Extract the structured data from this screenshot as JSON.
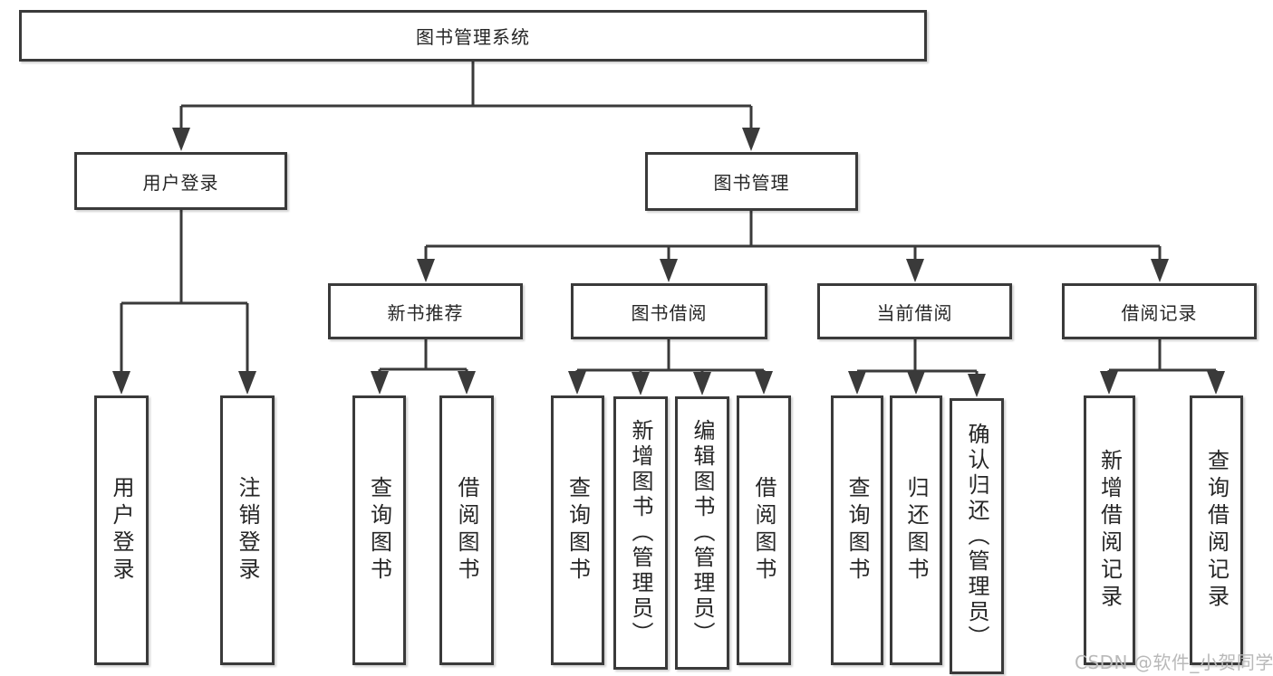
{
  "colors": {
    "line": "#3a3a3a",
    "box_border": "#3a3a3a",
    "text": "#262626",
    "background": "#ffffff",
    "watermark": "#b9b9b9"
  },
  "watermark": {
    "text": "CSDN @软件_小贺同学"
  },
  "tree": {
    "label": "图书管理系统",
    "children": [
      {
        "label": "用户登录",
        "children": [
          {
            "label": "用户登录"
          },
          {
            "label": "注销登录"
          }
        ]
      },
      {
        "label": "图书管理",
        "children": [
          {
            "label": "新书推荐",
            "children": [
              {
                "label": "查询图书"
              },
              {
                "label": "借阅图书"
              }
            ]
          },
          {
            "label": "图书借阅",
            "children": [
              {
                "label": "查询图书"
              },
              {
                "label": "新增图书（管理员）"
              },
              {
                "label": "编辑图书（管理员）"
              },
              {
                "label": "借阅图书"
              }
            ]
          },
          {
            "label": "当前借阅",
            "children": [
              {
                "label": "查询图书"
              },
              {
                "label": "归还图书"
              },
              {
                "label": "确认归还（管理员）"
              }
            ]
          },
          {
            "label": "借阅记录",
            "children": [
              {
                "label": "新增借阅记录"
              },
              {
                "label": "查询借阅记录"
              }
            ]
          }
        ]
      }
    ]
  }
}
